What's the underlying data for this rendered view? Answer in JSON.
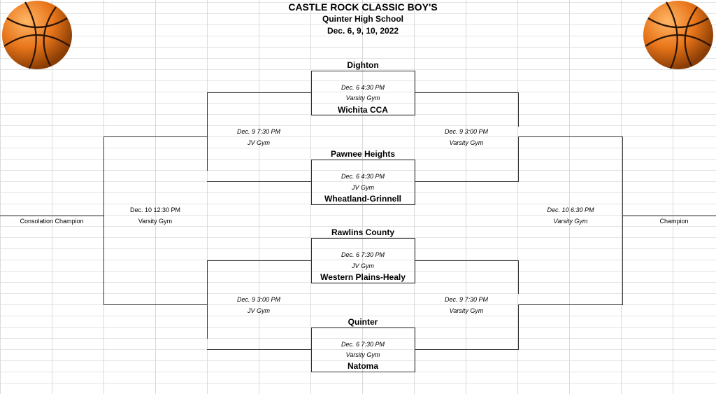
{
  "header": {
    "title": "CASTLE ROCK CLASSIC BOY'S",
    "school": "Quinter High School",
    "dates": "Dec. 6, 9, 10, 2022"
  },
  "games": {
    "g1": {
      "team_top": "Dighton",
      "time": "Dec. 6 4:30 PM",
      "venue": "Varsity Gym",
      "team_bottom": "Wichita CCA"
    },
    "g2": {
      "team_top": "Pawnee Heights",
      "time": "Dec. 6 4:30 PM",
      "venue": "JV Gym",
      "team_bottom": "Wheatland-Grinnell"
    },
    "g3": {
      "team_top": "Rawlins County",
      "time": "Dec. 6 7:30 PM",
      "venue": "JV Gym",
      "team_bottom": "Western Plains-Healy"
    },
    "g4": {
      "team_top": "Quinter",
      "time": "Dec. 6 7:30 PM",
      "venue": "Varsity Gym",
      "team_bottom": "Natoma"
    }
  },
  "consolation": {
    "semi_top": {
      "time": "Dec. 9 7:30 PM",
      "venue": "JV Gym"
    },
    "semi_bottom": {
      "time": "Dec. 9 3:00 PM",
      "venue": "JV Gym"
    },
    "final": {
      "time": "Dec. 10 12:30 PM",
      "venue": "Varsity Gym"
    },
    "label": "Consolation Champion"
  },
  "championship": {
    "semi_top": {
      "time": "Dec. 9 3:00 PM",
      "venue": "Varsity Gym"
    },
    "semi_bottom": {
      "time": "Dec. 9 7:30 PM",
      "venue": "Varsity Gym"
    },
    "final": {
      "time": "Dec. 10 6:30 PM",
      "venue": "Varsity Gym"
    },
    "label": "Champion"
  },
  "decor": {
    "ball_color": "#e8751a",
    "line_color": "#333333"
  }
}
